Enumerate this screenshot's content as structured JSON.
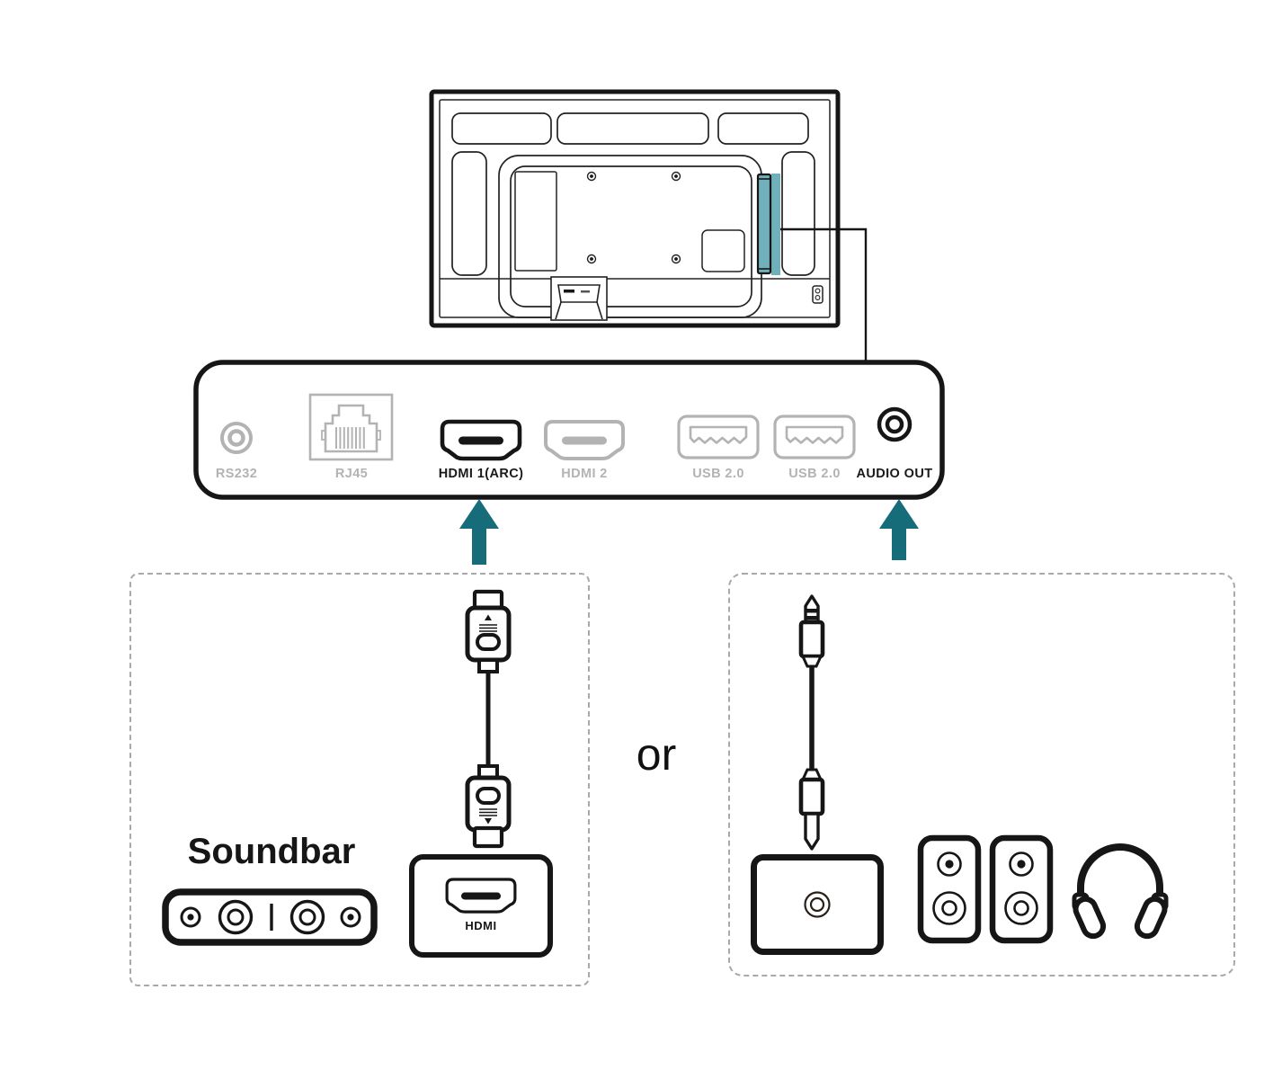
{
  "colors": {
    "ink": "#161616",
    "inactive_gray": "#b3b3b3",
    "teal_accent": "#176c7a",
    "teal_highlight": "#6fb0ba",
    "dashed_border": "#a9a9a9"
  },
  "tv": {
    "description": "rear view of display with side port bay highlighted"
  },
  "ports_panel": {
    "ports": [
      {
        "id": "rs232",
        "label": "RS232",
        "state": "inactive"
      },
      {
        "id": "rj45",
        "label": "RJ45",
        "state": "inactive"
      },
      {
        "id": "hdmi1",
        "label": "HDMI 1(ARC)",
        "state": "active"
      },
      {
        "id": "hdmi2",
        "label": "HDMI 2",
        "state": "inactive"
      },
      {
        "id": "usb1",
        "label": "USB 2.0",
        "state": "inactive"
      },
      {
        "id": "usb2",
        "label": "USB 2.0",
        "state": "inactive"
      },
      {
        "id": "audio_out",
        "label": "AUDIO OUT",
        "state": "active"
      }
    ]
  },
  "connection_options": {
    "separator_label": "or",
    "soundbar_option": {
      "title": "Soundbar",
      "hdmi_port_label": "HDMI",
      "cable": "HDMI cable"
    },
    "audio_out_option": {
      "cable": "3.5mm audio cable",
      "devices": [
        "audio receiver",
        "speakers",
        "headphones"
      ]
    }
  },
  "icons": {
    "tv-back-icon": "outlined rear of flat panel display",
    "rs232-port-icon": "concentric circles jack",
    "rj45-port-icon": "ethernet socket",
    "hdmi-port-icon": "hdmi trapezoid socket",
    "usb-port-icon": "usb type-a socket",
    "audio-out-port-icon": "concentric circles jack",
    "arrow-up-icon": "solid teal up arrow",
    "hdmi-cable-icon": "hdmi cable with two connectors",
    "audio-cable-icon": "3.5mm cable with two plugs",
    "soundbar-icon": "soundbar with driver circles",
    "speakers-icon": "two bookshelf speakers",
    "headphones-icon": "over-ear headphones"
  }
}
